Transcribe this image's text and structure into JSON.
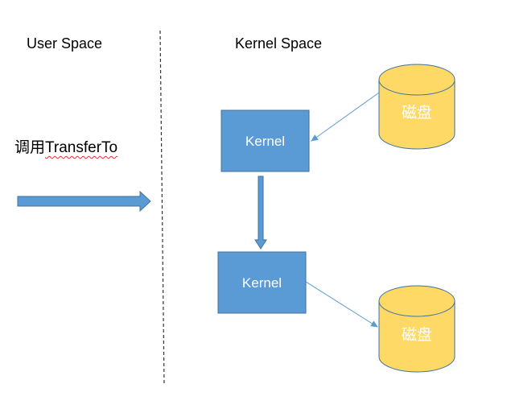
{
  "regions": {
    "user_space": "User Space",
    "kernel_space": "Kernel Space"
  },
  "call": {
    "prefix": "调用",
    "method": "TransferTo"
  },
  "boxes": {
    "kernel_top": "Kernel",
    "kernel_bottom": "Kernel"
  },
  "disks": {
    "disk_top": "磁盘",
    "disk_bottom": "磁盘"
  },
  "colors": {
    "box_fill": "#5b9bd5",
    "box_stroke": "#41719c",
    "disk_fill": "#ffd966",
    "disk_stroke": "#41719c",
    "arrow": "#5b9bd5",
    "divider": "#333333"
  }
}
